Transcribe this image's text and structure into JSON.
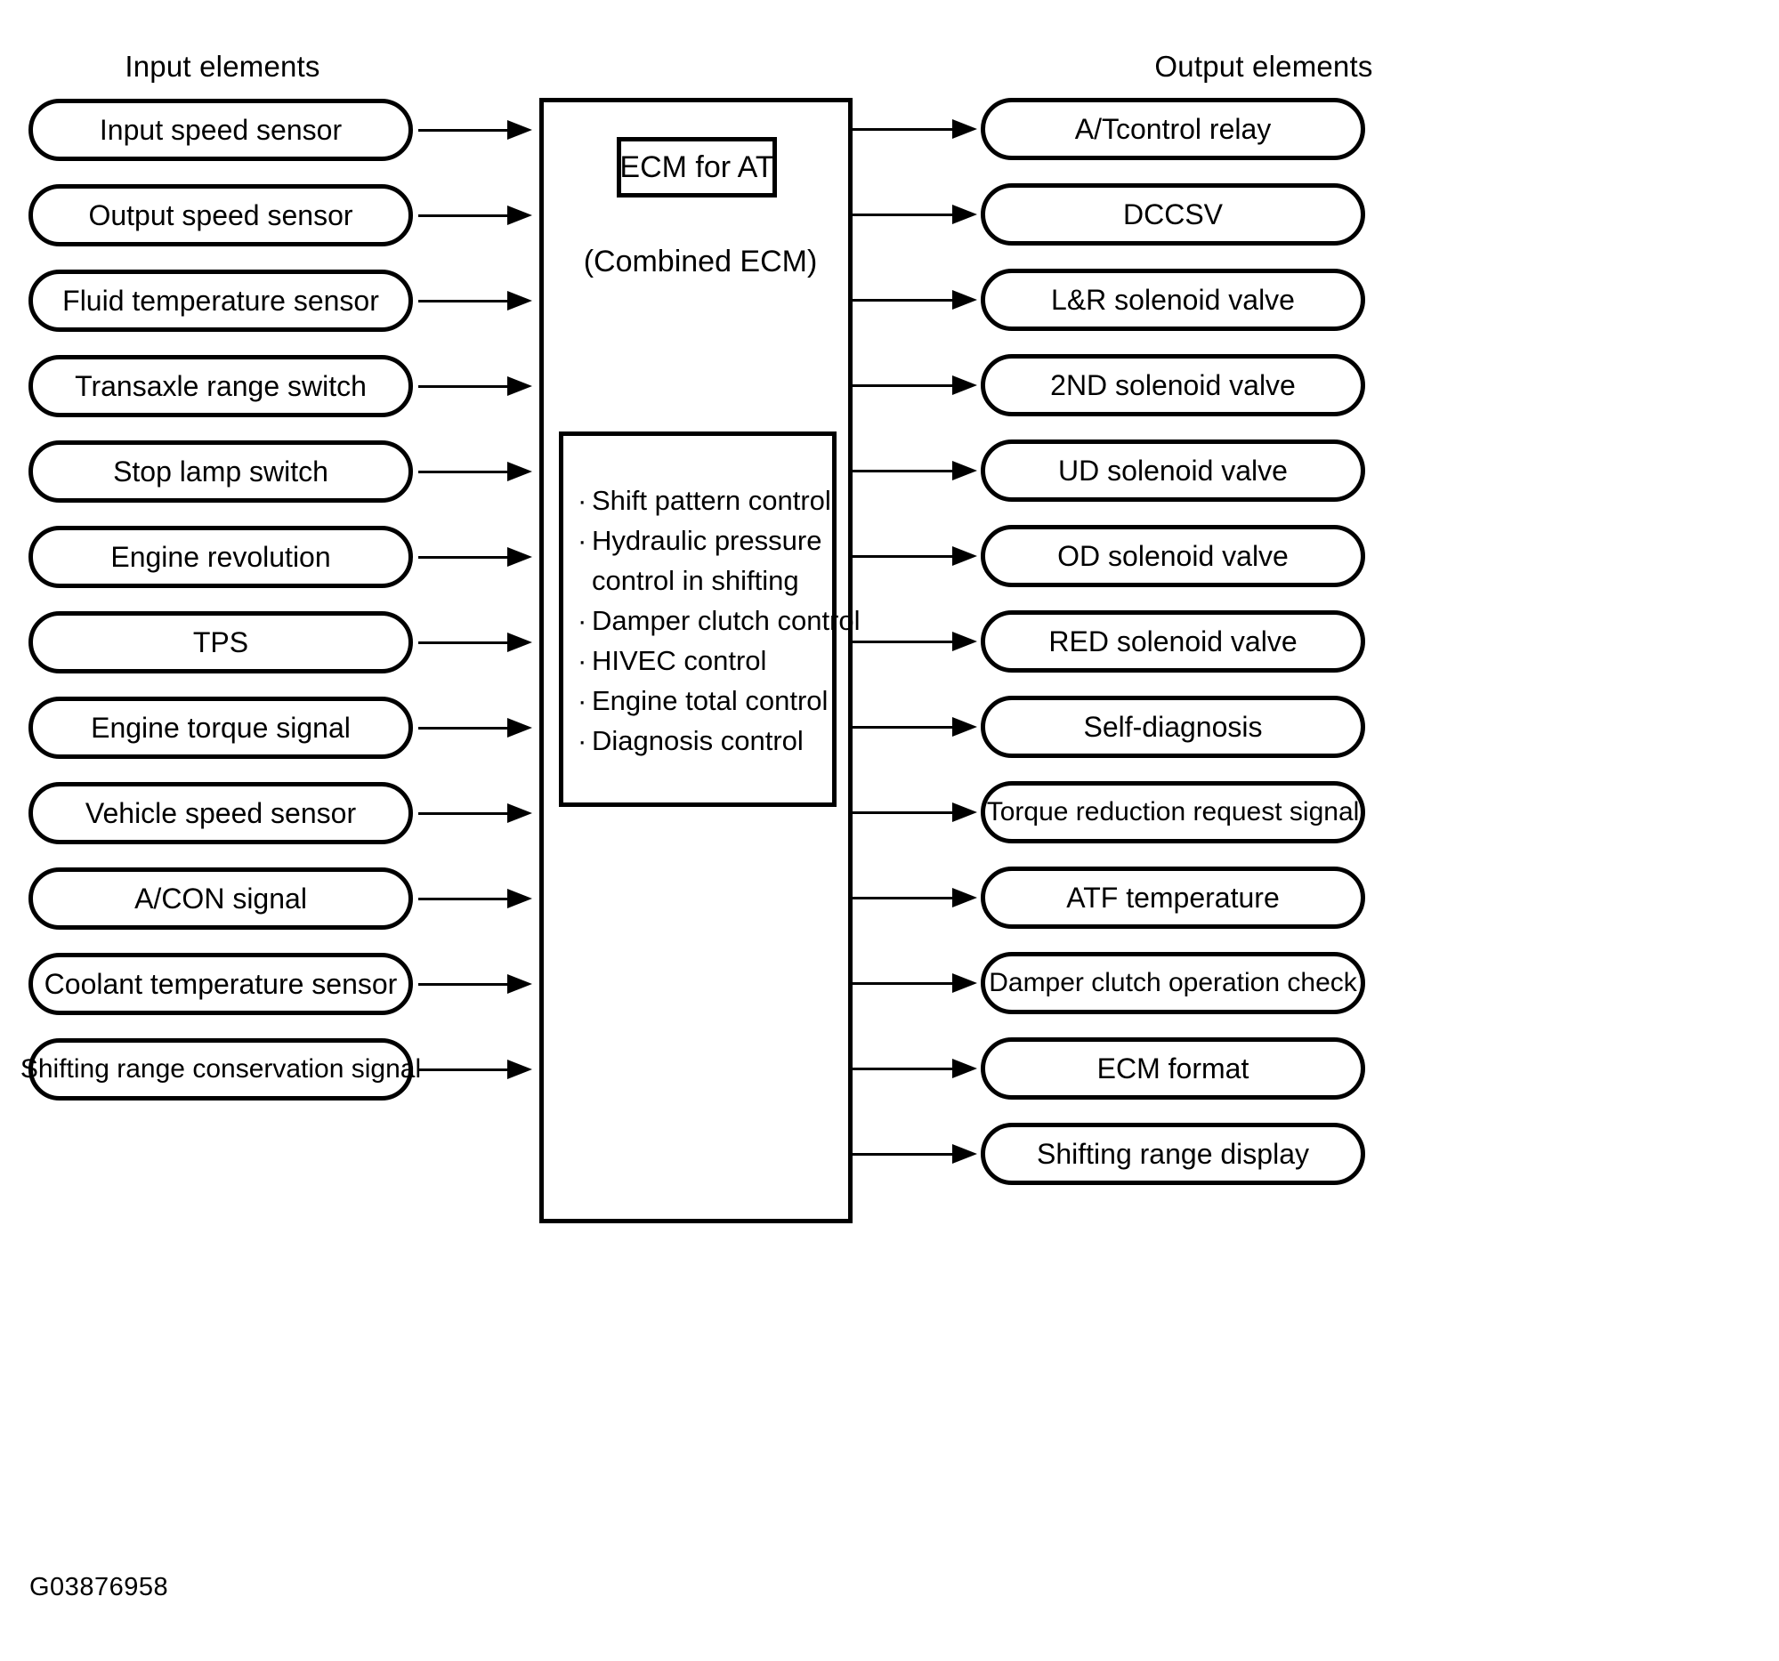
{
  "columns": {
    "input_heading": "Input elements",
    "output_heading": "Output elements"
  },
  "input_elements": [
    {
      "label": "Input speed sensor"
    },
    {
      "label": "Output speed sensor"
    },
    {
      "label": "Fluid temperature sensor"
    },
    {
      "label": "Transaxle range switch"
    },
    {
      "label": "Stop lamp switch"
    },
    {
      "label": "Engine revolution"
    },
    {
      "label": "TPS"
    },
    {
      "label": "Engine torque signal"
    },
    {
      "label": "Vehicle speed sensor"
    },
    {
      "label": "A/CON signal"
    },
    {
      "label": "Coolant temperature sensor"
    },
    {
      "label": "Shifting range conservation signal"
    }
  ],
  "output_elements": [
    {
      "label": "A/Tcontrol relay"
    },
    {
      "label": "DCCSV"
    },
    {
      "label": "L&R solenoid valve"
    },
    {
      "label": "2ND solenoid valve"
    },
    {
      "label": "UD solenoid valve"
    },
    {
      "label": "OD solenoid valve"
    },
    {
      "label": "RED solenoid valve"
    },
    {
      "label": "Self-diagnosis"
    },
    {
      "label": "Torque reduction request signal"
    },
    {
      "label": "ATF temperature"
    },
    {
      "label": "Damper clutch operation check"
    },
    {
      "label": "ECM format"
    },
    {
      "label": "Shifting range display"
    }
  ],
  "ecm": {
    "title": "ECM for AT",
    "subtitle": "(Combined ECM)",
    "control_functions": [
      {
        "text": "Shift pattern control",
        "bullet": true,
        "continuation": false
      },
      {
        "text": "Hydraulic pressure",
        "bullet": true,
        "continuation": false
      },
      {
        "text": "control in shifting",
        "bullet": false,
        "continuation": true
      },
      {
        "text": "Damper clutch control",
        "bullet": true,
        "continuation": false
      },
      {
        "text": "HIVEC control",
        "bullet": true,
        "continuation": false
      },
      {
        "text": "Engine total control",
        "bullet": true,
        "continuation": false
      },
      {
        "text": "Diagnosis control",
        "bullet": true,
        "continuation": false
      }
    ]
  },
  "caption": "G03876958",
  "colors": {
    "line": "#000000",
    "background": "#ffffff"
  }
}
